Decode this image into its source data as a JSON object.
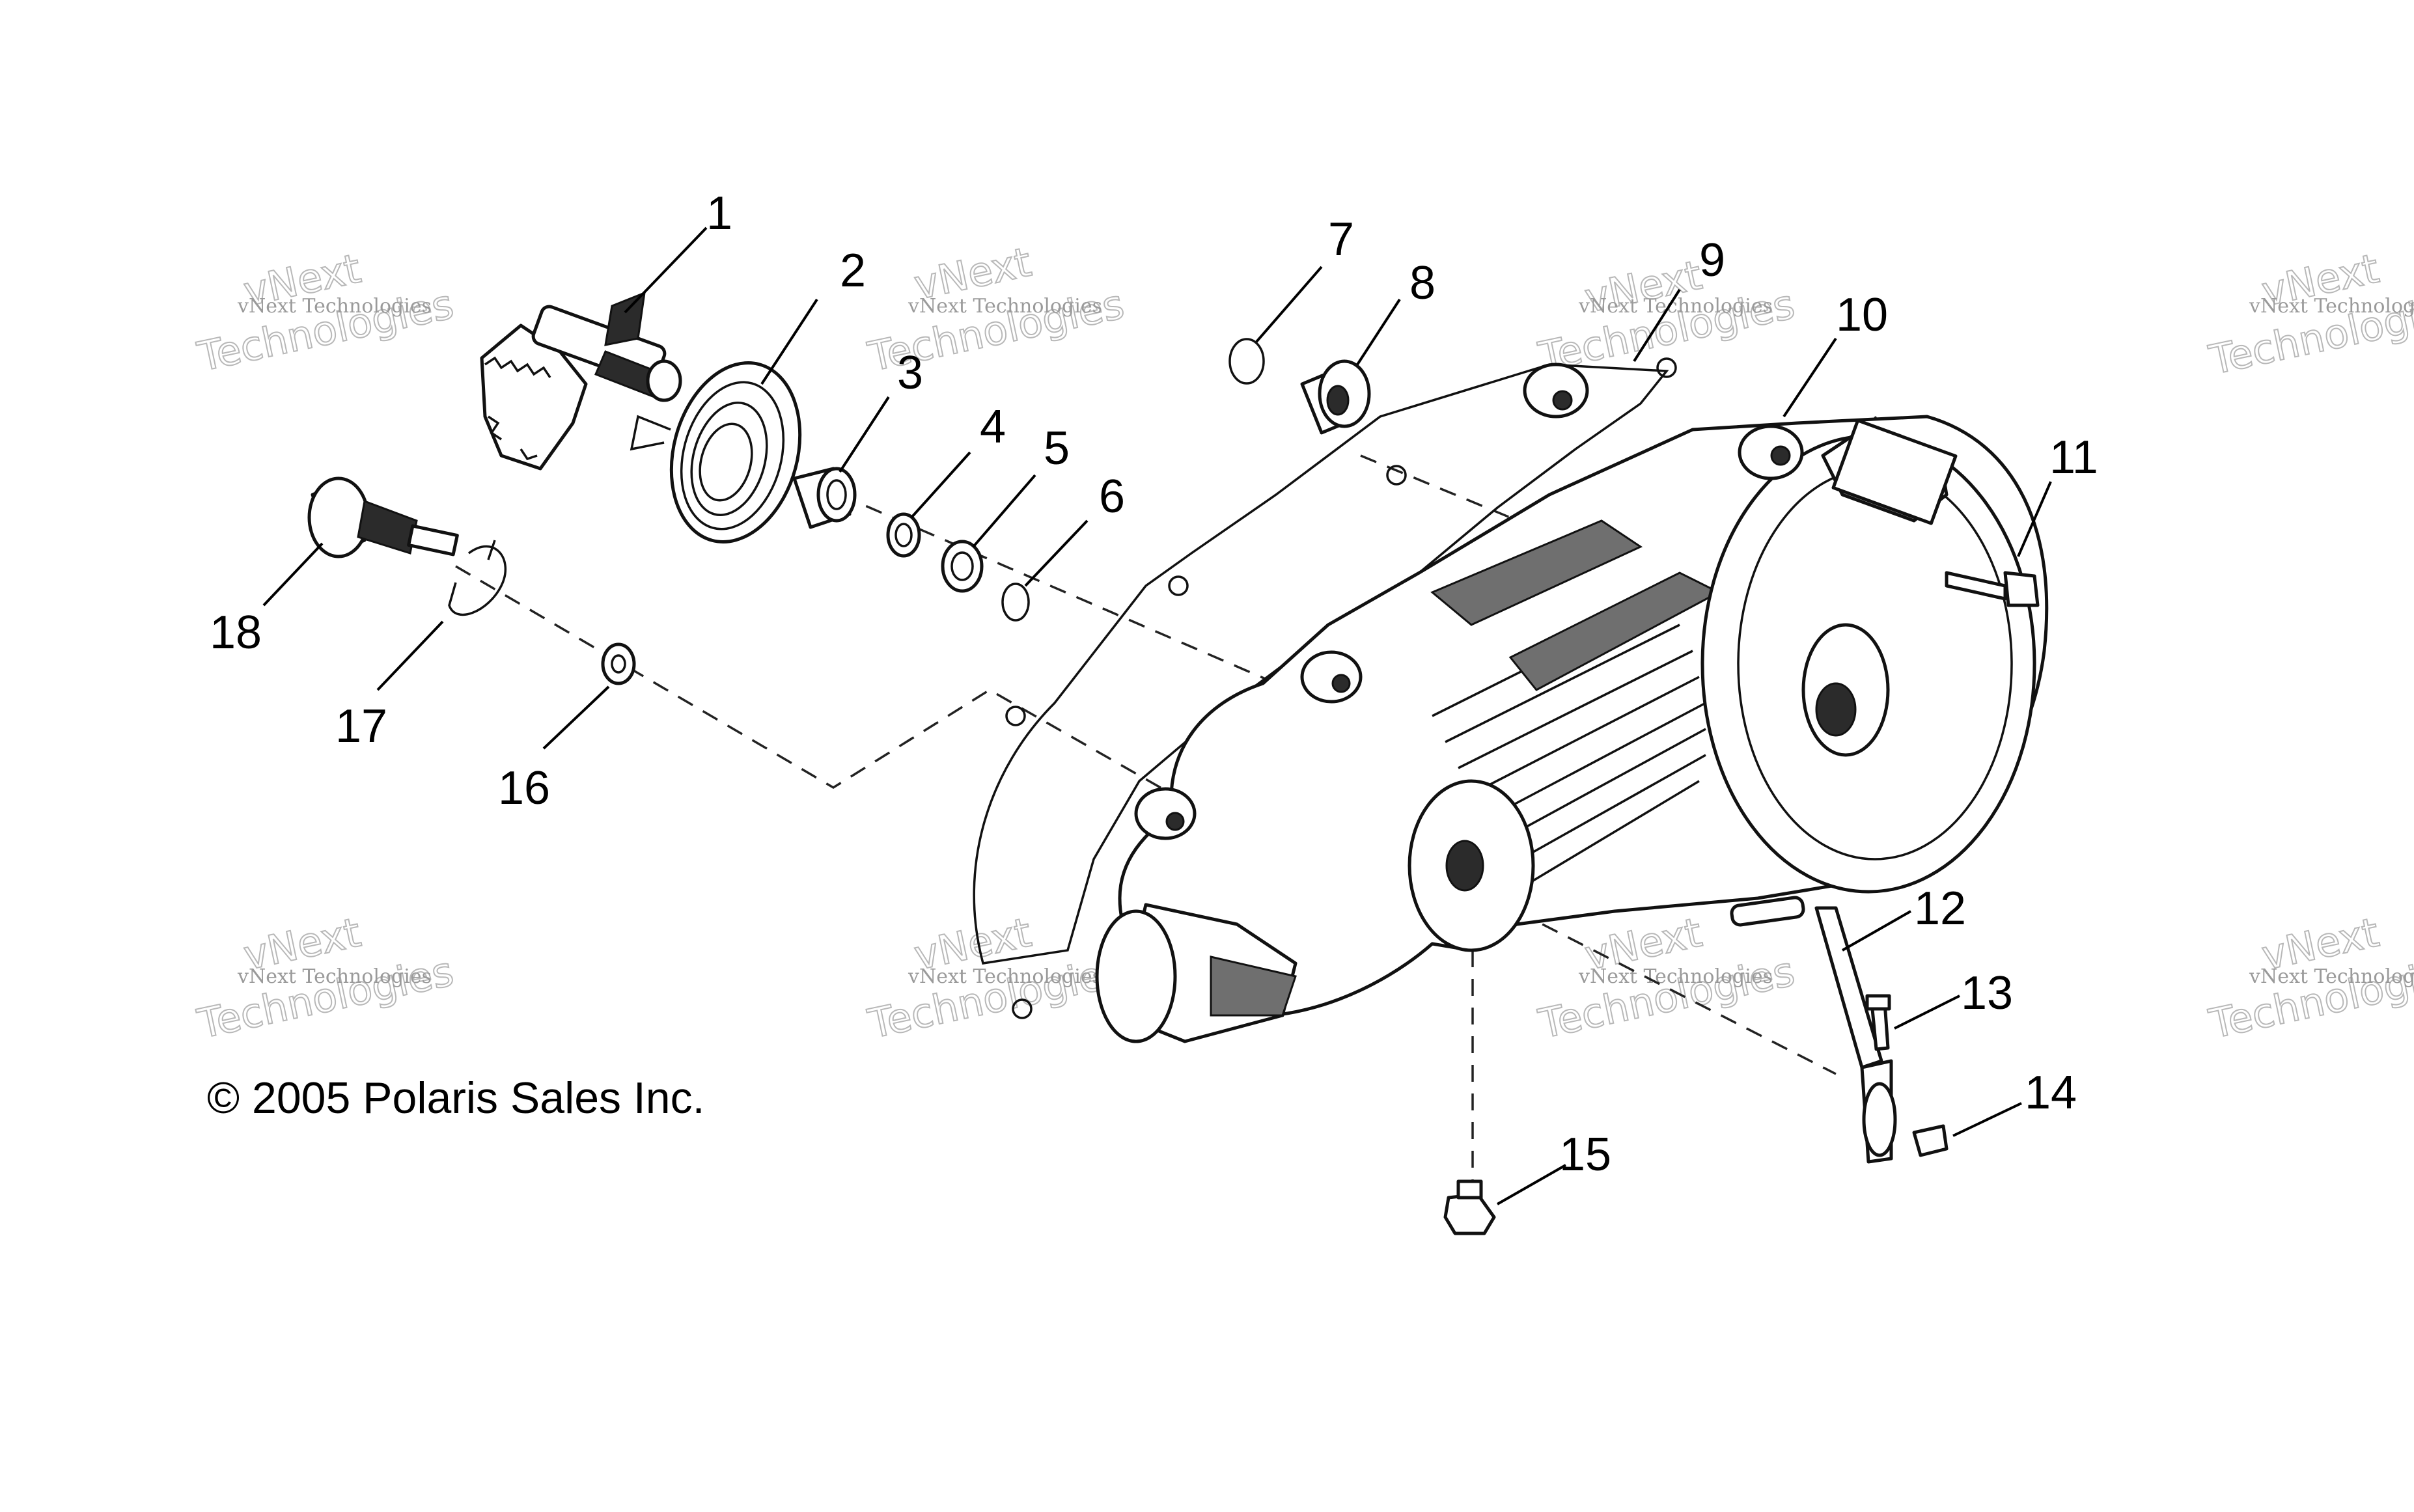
{
  "diagram": {
    "callouts": [
      "1",
      "2",
      "3",
      "4",
      "5",
      "6",
      "7",
      "8",
      "9",
      "10",
      "11",
      "12",
      "13",
      "14",
      "15",
      "16",
      "17",
      "18"
    ],
    "copyright": "© 2005 Polaris Sales Inc.",
    "watermark": {
      "small": "vNext Technologies",
      "large_top": "vNext",
      "large_bottom": "Technologies"
    }
  }
}
